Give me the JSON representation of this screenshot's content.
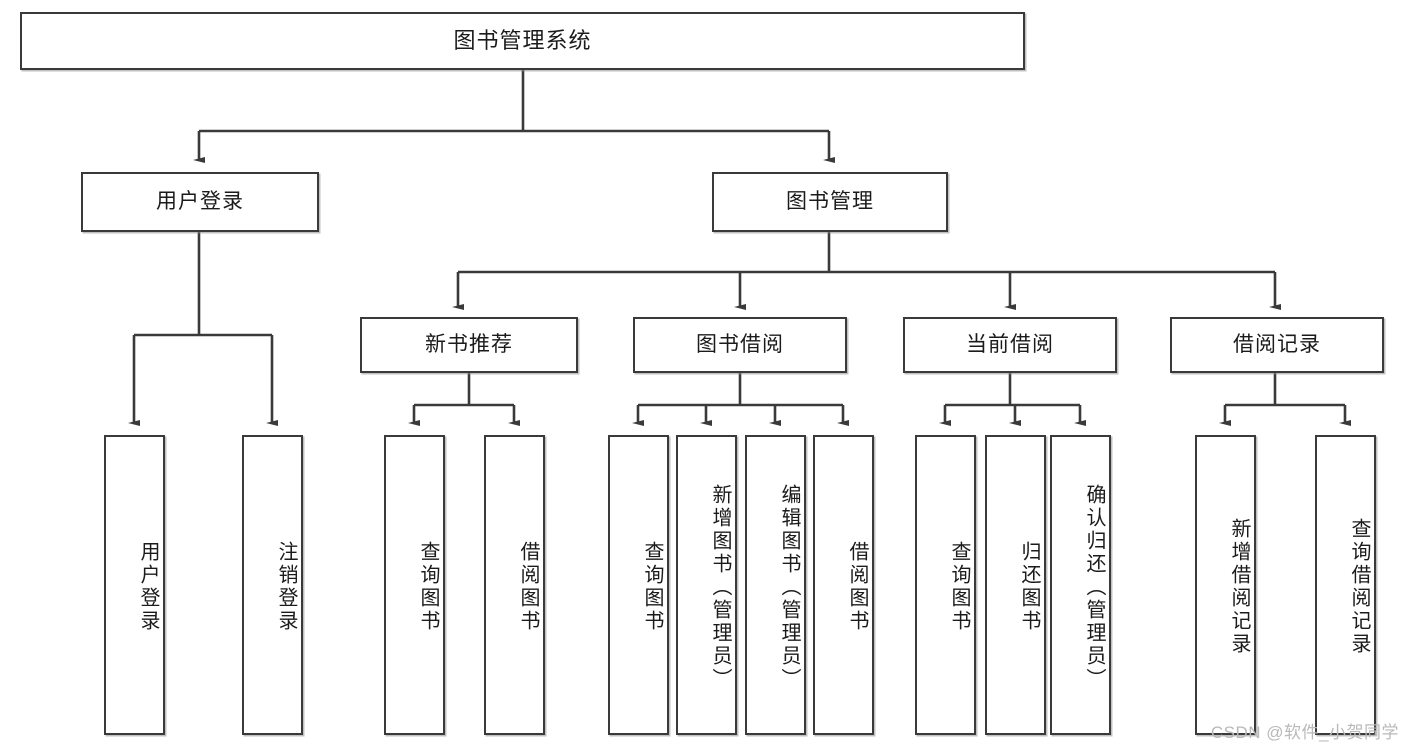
{
  "diagram": {
    "title": "图书管理系统",
    "type": "tree",
    "root": {
      "id": "root",
      "label": "图书管理系统"
    },
    "level2": [
      {
        "id": "user-login",
        "label": "用户登录"
      },
      {
        "id": "book-management",
        "label": "图书管理"
      }
    ],
    "level3": [
      {
        "id": "new-book-recommend",
        "label": "新书推荐",
        "parent": "book-management"
      },
      {
        "id": "book-borrow",
        "label": "图书借阅",
        "parent": "book-management"
      },
      {
        "id": "current-borrow",
        "label": "当前借阅",
        "parent": "book-management"
      },
      {
        "id": "borrow-record",
        "label": "借阅记录",
        "parent": "book-management"
      }
    ],
    "leaves": {
      "user_login": [
        {
          "id": "leaf-user-login",
          "label": "用户登录"
        },
        {
          "id": "leaf-logout",
          "label": "注销登录"
        }
      ],
      "new_book_recommend": [
        {
          "id": "leaf-query-book-1",
          "label": "查询图书"
        },
        {
          "id": "leaf-borrow-book-1",
          "label": "借阅图书"
        }
      ],
      "book_borrow": [
        {
          "id": "leaf-query-book-2",
          "label": "查询图书"
        },
        {
          "id": "leaf-add-book",
          "label": "新增图书（管理员）"
        },
        {
          "id": "leaf-edit-book",
          "label": "编辑图书（管理员）"
        },
        {
          "id": "leaf-borrow-book-2",
          "label": "借阅图书"
        }
      ],
      "current_borrow": [
        {
          "id": "leaf-query-book-3",
          "label": "查询图书"
        },
        {
          "id": "leaf-return-book",
          "label": "归还图书"
        },
        {
          "id": "leaf-confirm-return",
          "label": "确认归还（管理员）"
        }
      ],
      "borrow_record": [
        {
          "id": "leaf-add-record",
          "label": "新增借阅记录"
        },
        {
          "id": "leaf-query-record",
          "label": "查询借阅记录"
        }
      ]
    },
    "colors": {
      "stroke": "#3a3a3a",
      "fill": "#ffffff",
      "text": "#1b1b1b",
      "watermark": "#b9b9b9"
    }
  },
  "watermark": {
    "text": "CSDN @软件_小贺同学"
  }
}
